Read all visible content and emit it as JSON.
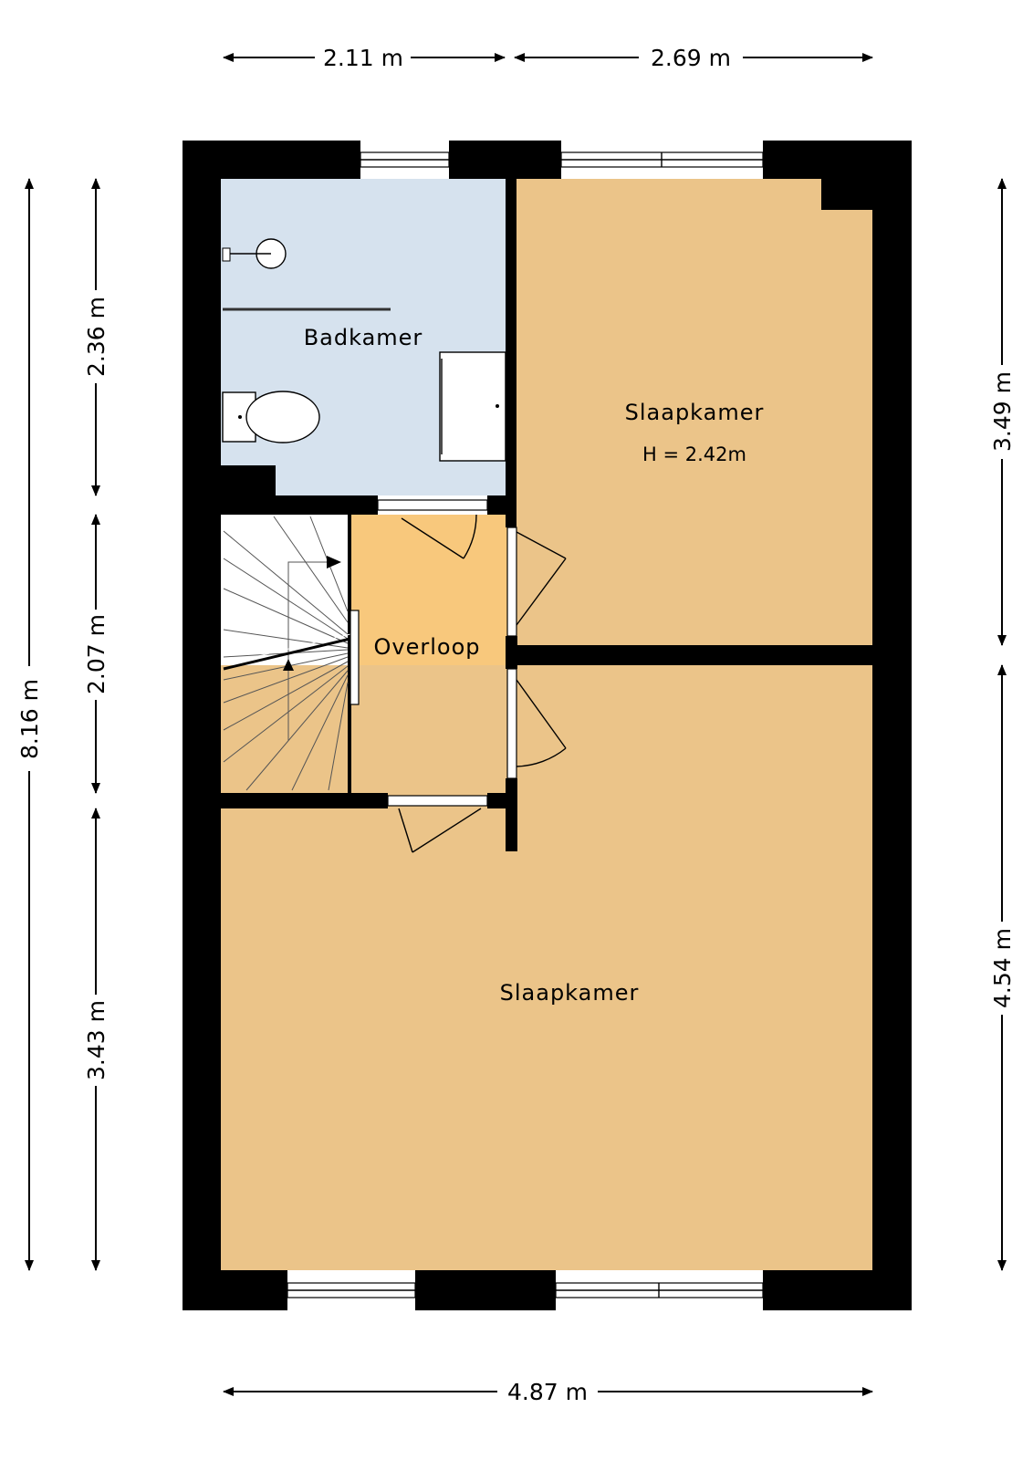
{
  "colors": {
    "wall": "#000000",
    "bathroom": "#d6e2ee",
    "landing": "#f8c87c",
    "bedroom": "#ebc489",
    "stairs": "#ffffff"
  },
  "dimensions": {
    "top_left": "2.11 m",
    "top_right": "2.69 m",
    "bottom": "4.87 m",
    "left_total": "8.16 m",
    "left_upper": "2.36 m",
    "left_middle": "2.07 m",
    "left_lower": "3.43 m",
    "right_upper": "3.49 m",
    "right_lower": "4.54 m"
  },
  "rooms": {
    "bathroom": {
      "label": "Badkamer"
    },
    "bedroom_top": {
      "label": "Slaapkamer",
      "height_note": "H = 2.42m"
    },
    "landing": {
      "label": "Overloop"
    },
    "bedroom_bottom": {
      "label": "Slaapkamer"
    }
  },
  "icons": [
    "toilet-icon",
    "sink-icon",
    "shower-icon",
    "stairs-icon",
    "door-icon",
    "window-icon"
  ]
}
